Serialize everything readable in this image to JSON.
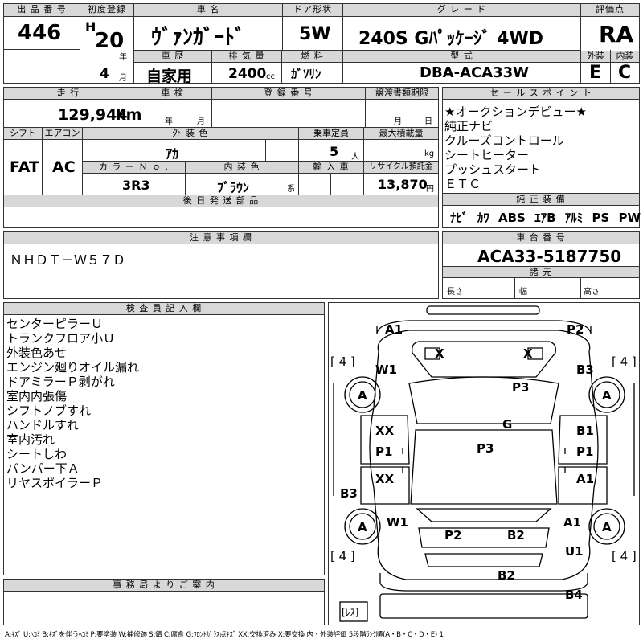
{
  "header": {
    "lot_label": "出 品 番 号",
    "lot_number": "446",
    "first_reg_label": "初度登録",
    "era_letter": "H",
    "year_value": "20",
    "year_unit": "年",
    "month_value": "4",
    "month_unit": "月",
    "car_name_label": "車 名",
    "car_name": "ｳﾞｧﾝｶﾞｰﾄﾞ",
    "history_label": "車 歴",
    "history_value": "自家用",
    "displacement_label": "排 気 量",
    "displacement_value": "2400",
    "displacement_unit": "cc",
    "door_label": "ドア形状",
    "door_value": "5W",
    "fuel_label": "燃 料",
    "fuel_value": "ｶﾞｿﾘﾝ",
    "grade_label": "グ レ ー ド",
    "grade_value": "240S Gﾊﾟｯｹｰｼﾞ 4WD",
    "model_label": "型 式",
    "model_value": "DBA-ACA33W",
    "score_label": "評価点",
    "score_value": "RA",
    "exterior_label": "外装",
    "exterior_value": "E",
    "interior_label": "内装",
    "interior_value": "C"
  },
  "row2": {
    "mileage_label": "走 行",
    "mileage_value": "129,944",
    "mileage_unit": "km",
    "inspection_label": "車 検",
    "inspection_year_unit": "年",
    "inspection_month_unit": "月",
    "reg_label": "登 録 番 号",
    "transfer_label": "譲渡書類期限",
    "transfer_month_unit": "月",
    "transfer_day_unit": "日",
    "shift_label": "シフト",
    "shift_value": "FAT",
    "ac_label": "エアコン",
    "ac_value": "AC",
    "color_label": "外 装 色",
    "color_value": "ｱｶ",
    "capacity_label": "乗車定員",
    "capacity_value": "5",
    "capacity_unit": "人",
    "load_label": "最大積載量",
    "load_unit": "kg",
    "color_no_label": "カ ラ ー Ｎ ｏ .",
    "color_no_value": "3R3",
    "interior_color_label": "内 装 色",
    "interior_color_value": "ﾌﾞﾗｳﾝ",
    "interior_color_suffix": "系",
    "import_label": "輸 入 車",
    "recycle_label": "リサイクル預託金",
    "recycle_value": "13,870",
    "recycle_unit": "円",
    "later_parts_label": "後 日 発 送 部 品"
  },
  "sales_points": {
    "label": "セ ー ル ス ポ イ ン ト",
    "items": [
      "★オークションデビュー★",
      "純正ナビ",
      "クルーズコントロール",
      "シートヒーター",
      "プッシュスタート",
      "ＥＴＣ"
    ]
  },
  "equipment": {
    "label": "純 正 装 備",
    "items": [
      "ﾅﾋﾞ",
      "ｶﾜ",
      "ABS",
      "ｴｱB",
      "ｱﾙﾐ",
      "PS",
      "PW"
    ]
  },
  "notes": {
    "label": "注 意 事 項 欄",
    "text": "ＮＨＤＴ－Ｗ５７Ｄ"
  },
  "chassis": {
    "label": "車 台 番 号",
    "value": "ACA33-5187750",
    "specs_label": "諸 元",
    "length_label": "長さ",
    "width_label": "幅",
    "height_label": "高さ"
  },
  "inspector": {
    "label": "検 査 員 記 入 欄",
    "items": [
      "センターピラーＵ",
      "トランクフロア小Ｕ",
      "外装色あせ",
      "エンジン廻りオイル漏れ",
      "ドアミラーＰ剥がれ",
      "室内内張傷",
      "シフトノブすれ",
      "ハンドルすれ",
      "室内汚れ",
      "シートしわ",
      "バンパー下Ａ",
      "リヤスポイラーＰ"
    ]
  },
  "office": {
    "label": "事 務 局 よ り ご 案 内"
  },
  "diagram": {
    "marks": {
      "a1_top": "A1",
      "p2_top": "P2",
      "tire_fl": "[ 4 ]",
      "tire_fr": "[ 4 ]",
      "tire_rl": "[ 4 ]",
      "tire_rr": "[ 4 ]",
      "w1_front": "W1",
      "b3_front": "B3",
      "x_left": "X",
      "x_right": "X",
      "wheel_fl": "A",
      "wheel_fr": "A",
      "wheel_rl": "A",
      "wheel_rr": "A",
      "p3_hood": "P3",
      "g_glass": "G",
      "p3_roof": "P3",
      "xx_fl_door": "XX",
      "p1_fl_door": "P1",
      "b1_fr_door": "B1",
      "p1_fr_door": "P1",
      "xx_rl_door": "XX",
      "a1_rr_door": "A1",
      "b3_rl": "B3",
      "w1_rear": "W1",
      "a1_rear": "A1",
      "u1_rear": "U1",
      "p2_rear": "P2",
      "b2_rear": "B2",
      "b2_bumper": "B2",
      "b4_bumper": "B4",
      "spare": "[ﾚｽ]"
    }
  },
  "legend": "A:ｷｽﾞ U:ﾍｺﾐ B:ｷｽﾞを伴うﾍｺﾐ P:要塗装 W:補修跡 S:錆 C:腐食 G:ﾌﾛﾝﾄｶﾞﾗｽ点ｷｽﾞ XX:交換済み X:要交換 内・外装評価 5段階ﾗﾝｸ順(A・B・C・D・E) 1"
}
